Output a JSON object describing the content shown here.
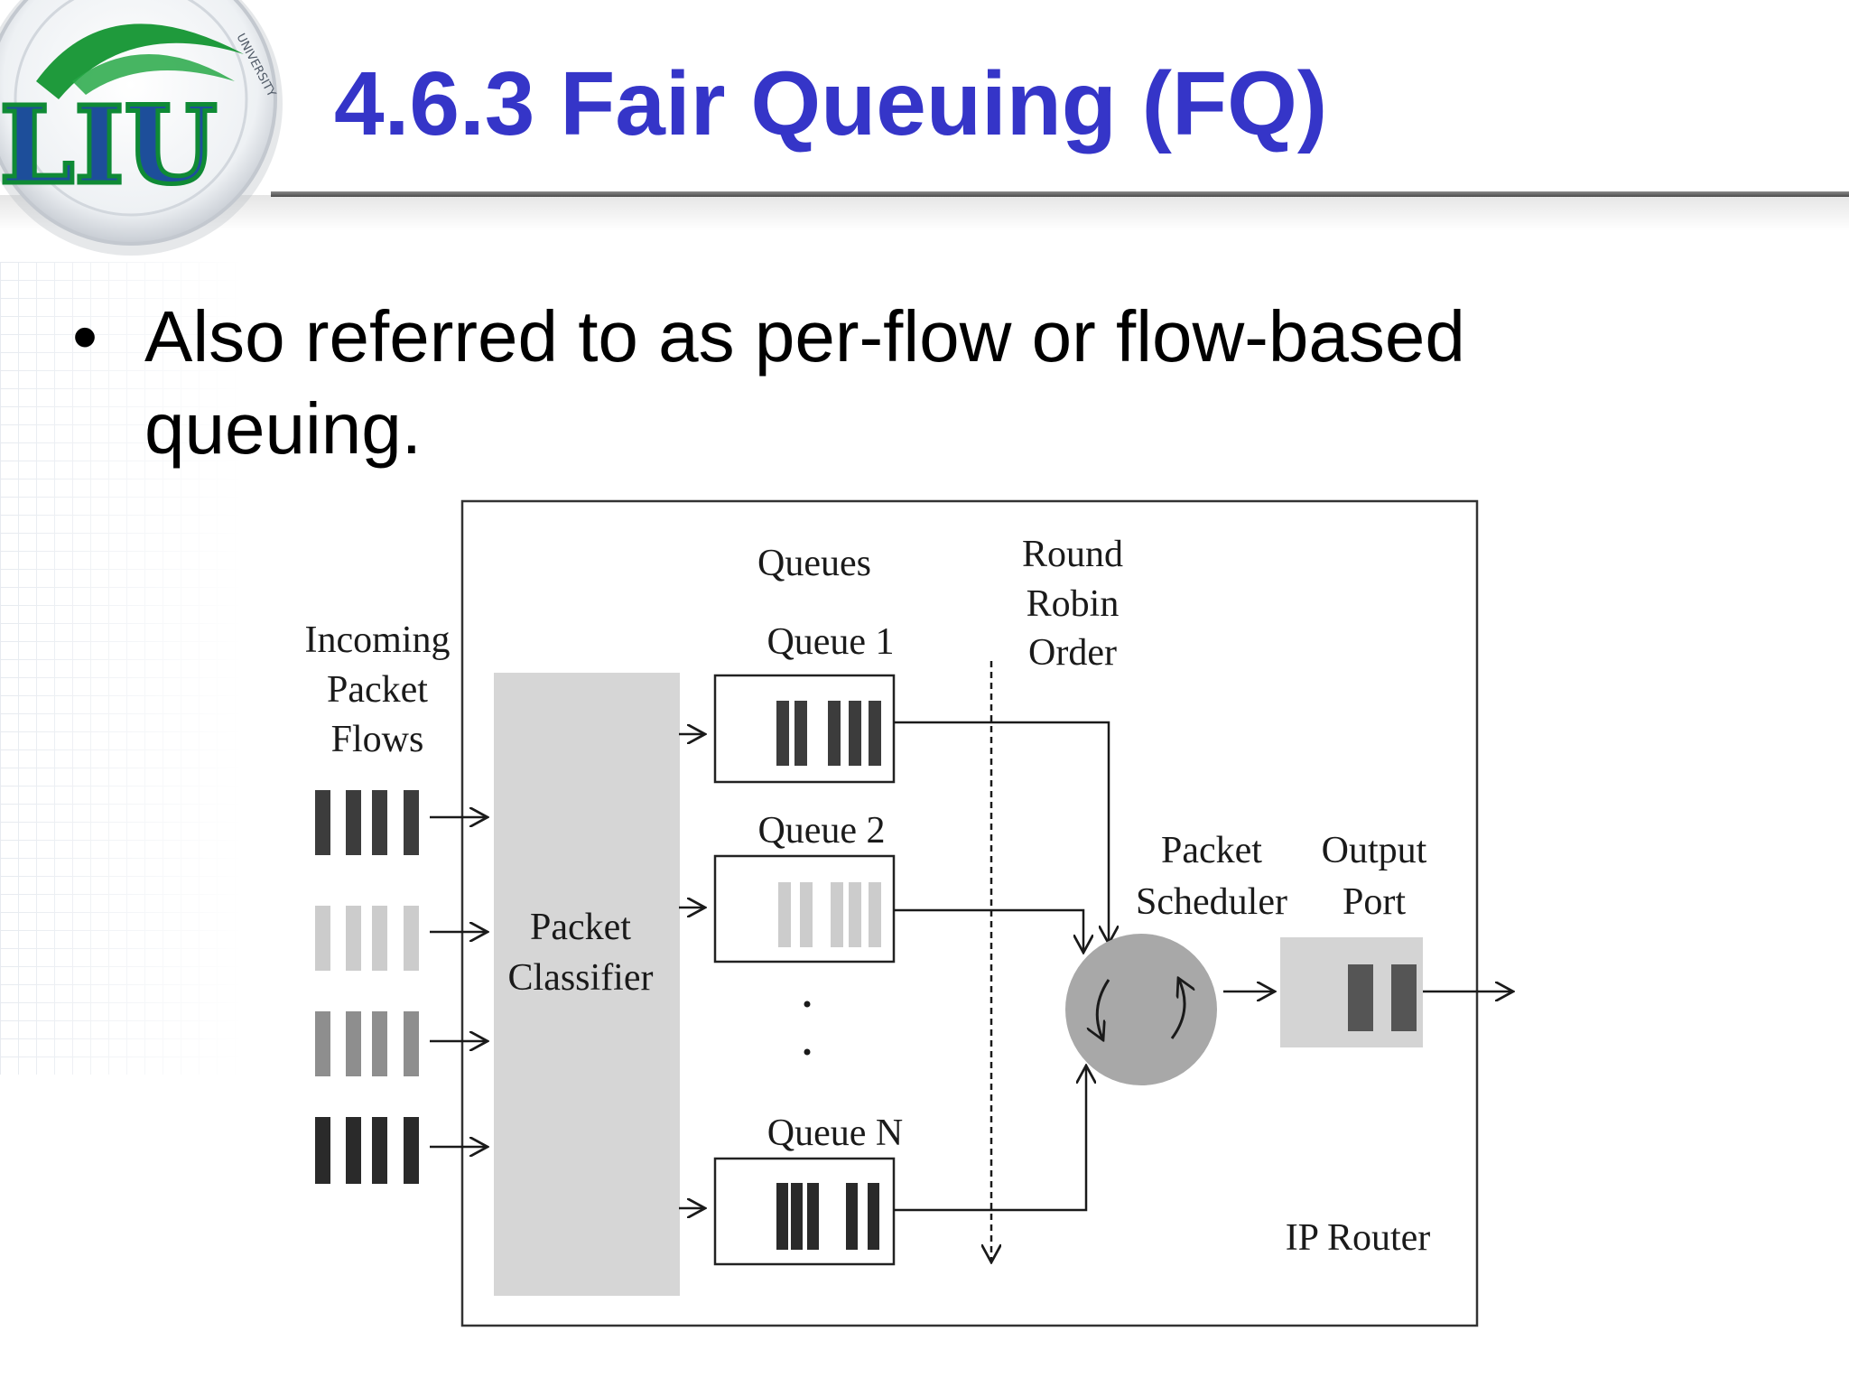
{
  "slide": {
    "title": "4.6.3 Fair Queuing (FQ)",
    "bullet": "Also referred to as per-flow or flow-based queuing."
  },
  "logo": {
    "text": "LIU",
    "ring_text": "UNIVERSITY",
    "colors": {
      "green": "#1f9a3c",
      "blue": "#1d4e9a",
      "ring": "#c9cfd6"
    }
  },
  "diagram": {
    "incoming": [
      "Incoming",
      "Packet",
      "Flows"
    ],
    "classifier": [
      "Packet",
      "Classifier"
    ],
    "queues_heading": "Queues",
    "queue_labels": [
      "Queue 1",
      "Queue 2",
      "Queue N"
    ],
    "round_robin": [
      "Round",
      "Robin",
      "Order"
    ],
    "scheduler": [
      "Packet",
      "Scheduler"
    ],
    "output_port": [
      "Output",
      "Port"
    ],
    "router": "IP Router",
    "colors": {
      "flow_dark": "#3c3c3c",
      "flow_light": "#cccccc",
      "flow_mid": "#8e8e8e",
      "flow_black": "#2a2a2a",
      "classifier": "#d6d6d6",
      "scheduler": "#a8a8a8",
      "output_port": "#d4d4d4"
    }
  }
}
